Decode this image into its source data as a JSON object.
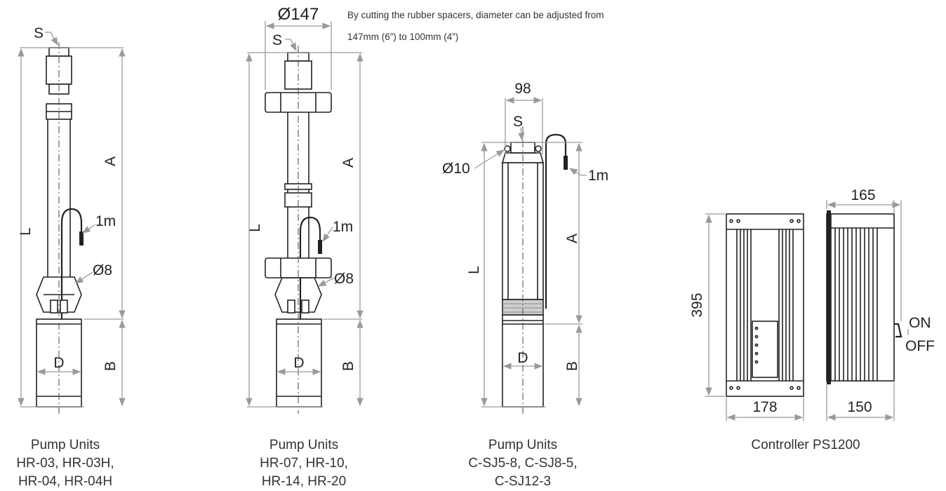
{
  "note": {
    "line1": "By cutting the rubber spacers, diameter can be adjusted from",
    "line2": "147mm (6”) to 100mm (4”)"
  },
  "pump1": {
    "labels": {
      "S": "S",
      "L": "L",
      "A": "A",
      "B": "B",
      "D": "D",
      "cable": "1m",
      "rope": "Ø8"
    },
    "caption": [
      "Pump Units",
      "HR-03, HR-03H,",
      "HR-04, HR-04H"
    ]
  },
  "pump2": {
    "labels": {
      "diameter": "Ø147",
      "S": "S",
      "L": "L",
      "A": "A",
      "B": "B",
      "D": "D",
      "cable": "1m",
      "rope": "Ø8"
    },
    "caption": [
      "Pump Units",
      "HR-07, HR-10,",
      "HR-14, HR-20"
    ]
  },
  "pump3": {
    "labels": {
      "width": "98",
      "S": "S",
      "hole": "Ø10",
      "cable": "1m",
      "L": "L",
      "A": "A",
      "B": "B",
      "D": "D"
    },
    "caption": [
      "Pump Units",
      "C-SJ5-8, C-SJ8-5,",
      "C-SJ12-3"
    ]
  },
  "controller": {
    "labels": {
      "height": "395",
      "width_front": "178",
      "depth_top": "165",
      "depth_bottom": "150",
      "on": "ON",
      "off": "OFF"
    },
    "caption": [
      "Controller PS1200"
    ]
  }
}
